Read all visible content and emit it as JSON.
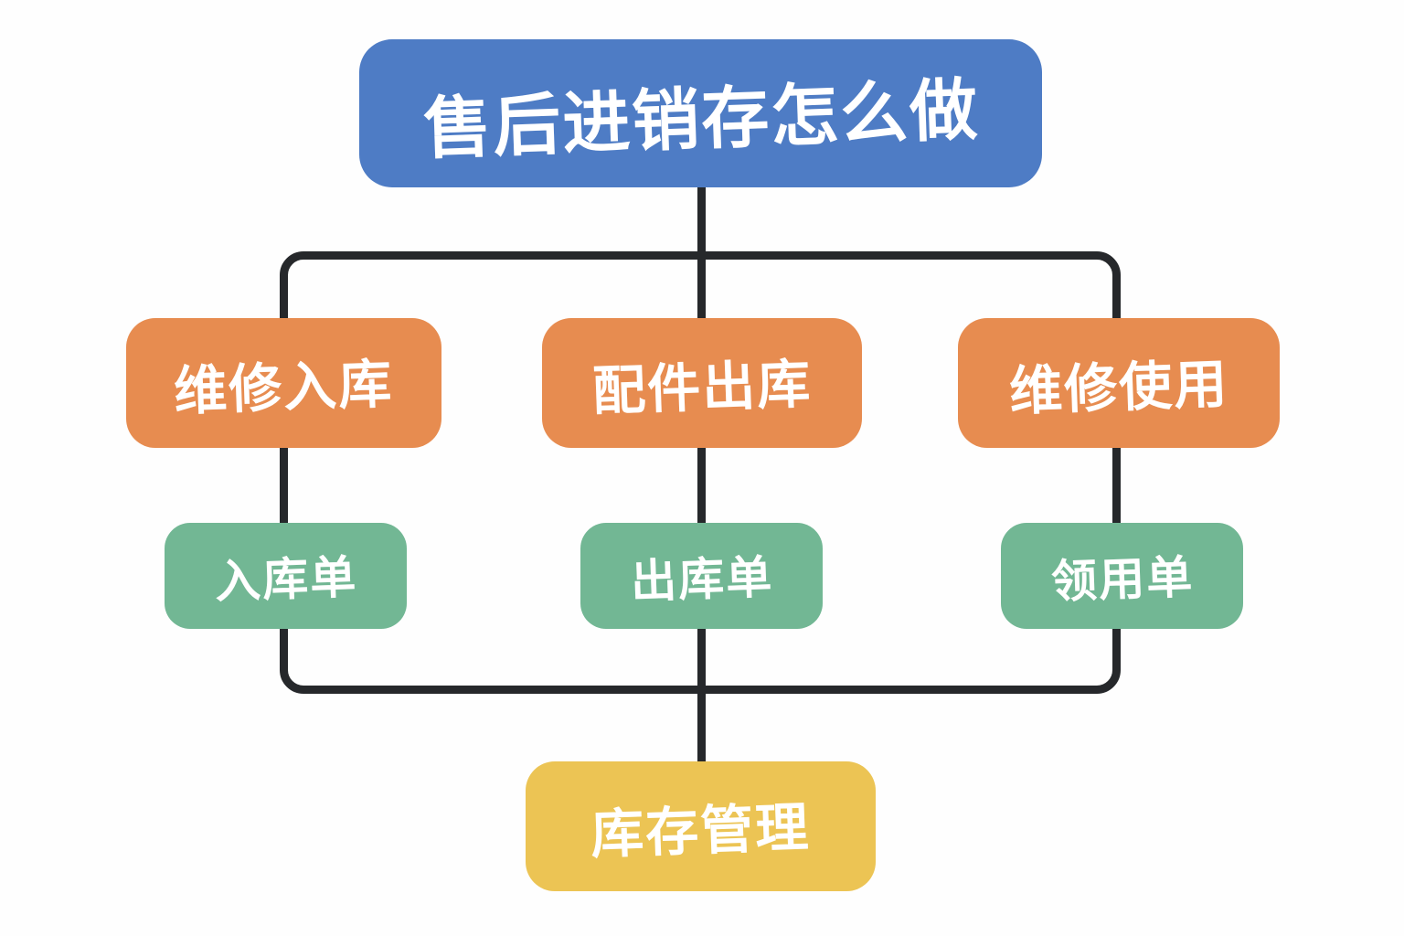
{
  "diagram": {
    "root": {
      "label": "售后进销存怎么做"
    },
    "branches": [
      {
        "process": "维修入库",
        "document": "入库单"
      },
      {
        "process": "配件出库",
        "document": "出库单"
      },
      {
        "process": "维修使用",
        "document": "领用单"
      }
    ],
    "result": {
      "label": "库存管理"
    }
  },
  "colors": {
    "root": "#4E7CC5",
    "process": "#E78C50",
    "document": "#72B794",
    "result": "#ECC454",
    "connector": "#26282B",
    "text": "#FFFFFF",
    "background": "#FFFFFF"
  }
}
